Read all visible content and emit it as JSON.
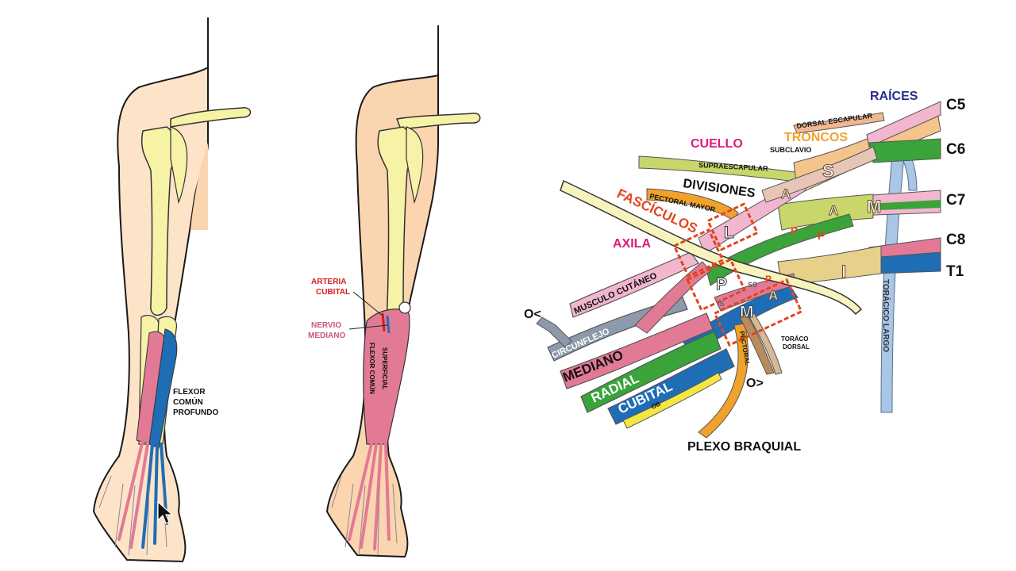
{
  "arm1": {
    "muscle_label": [
      "FLEXOR",
      "COMÚN",
      "PROFUNDO"
    ]
  },
  "arm2": {
    "artery_label": [
      "ARTERIA",
      "CUBITAL"
    ],
    "nerve_label": [
      "NERVIO",
      "MEDIANO"
    ],
    "muscle_text_1": "FLEXOR COMÚN",
    "muscle_text_2": "SUPERFICIAL"
  },
  "plexus": {
    "title": "PLEXO BRAQUIAL",
    "roots_heading": "RAÍCES",
    "trunks_heading": "TRONCOS",
    "divisions_heading": "DIVISIONES",
    "cords_heading": "FASCÍCULOS",
    "neck_heading": "CUELLO",
    "axilla_heading": "AXILA",
    "roots": [
      "C5",
      "C6",
      "C7",
      "C8",
      "T1"
    ],
    "trunk_letters": [
      "S",
      "M",
      "I"
    ],
    "cord_letters": [
      "L",
      "P",
      "M"
    ],
    "division_letters": [
      "A",
      "A",
      "A",
      "P",
      "P",
      "P"
    ],
    "small_letters": [
      "SS",
      "IS"
    ],
    "nerves": {
      "dorsal_scapular": "DORSAL ESCAPULAR",
      "subclavius": "SUBCLAVIO",
      "suprascapular": "SUPRAESCAPULAR",
      "pectoral_major": "PECTORAL MAYOR",
      "musculocutaneous": "MUSCULO CUTÁNEO",
      "axillary": "CIRCUNFLEJO",
      "median": "MEDIANO",
      "radial": "RADIAL",
      "ulnar": "CUBITAL",
      "pectoral_minor": "PECTORAL",
      "thoracodorsal": [
        "TORÁCO",
        "DORSAL"
      ],
      "long_thoracic": "TORÁCICO LARGO",
      "small_code": "OB"
    },
    "arrow_marks": [
      "O<",
      "O>"
    ]
  },
  "colors": {
    "skin": "#fde3c8",
    "bone": "#f6f2a6",
    "pink": "#e27a95",
    "blue": "#1f6db5",
    "green": "#3aa33a",
    "lightpink": "#f2b6cf",
    "orange": "#f0a22a",
    "tan": "#f3c58a",
    "lime": "#c8d66a",
    "gray": "#8d9aab",
    "red": "#e4451e",
    "magenta": "#e0187c",
    "navy": "#2b2d8f"
  }
}
